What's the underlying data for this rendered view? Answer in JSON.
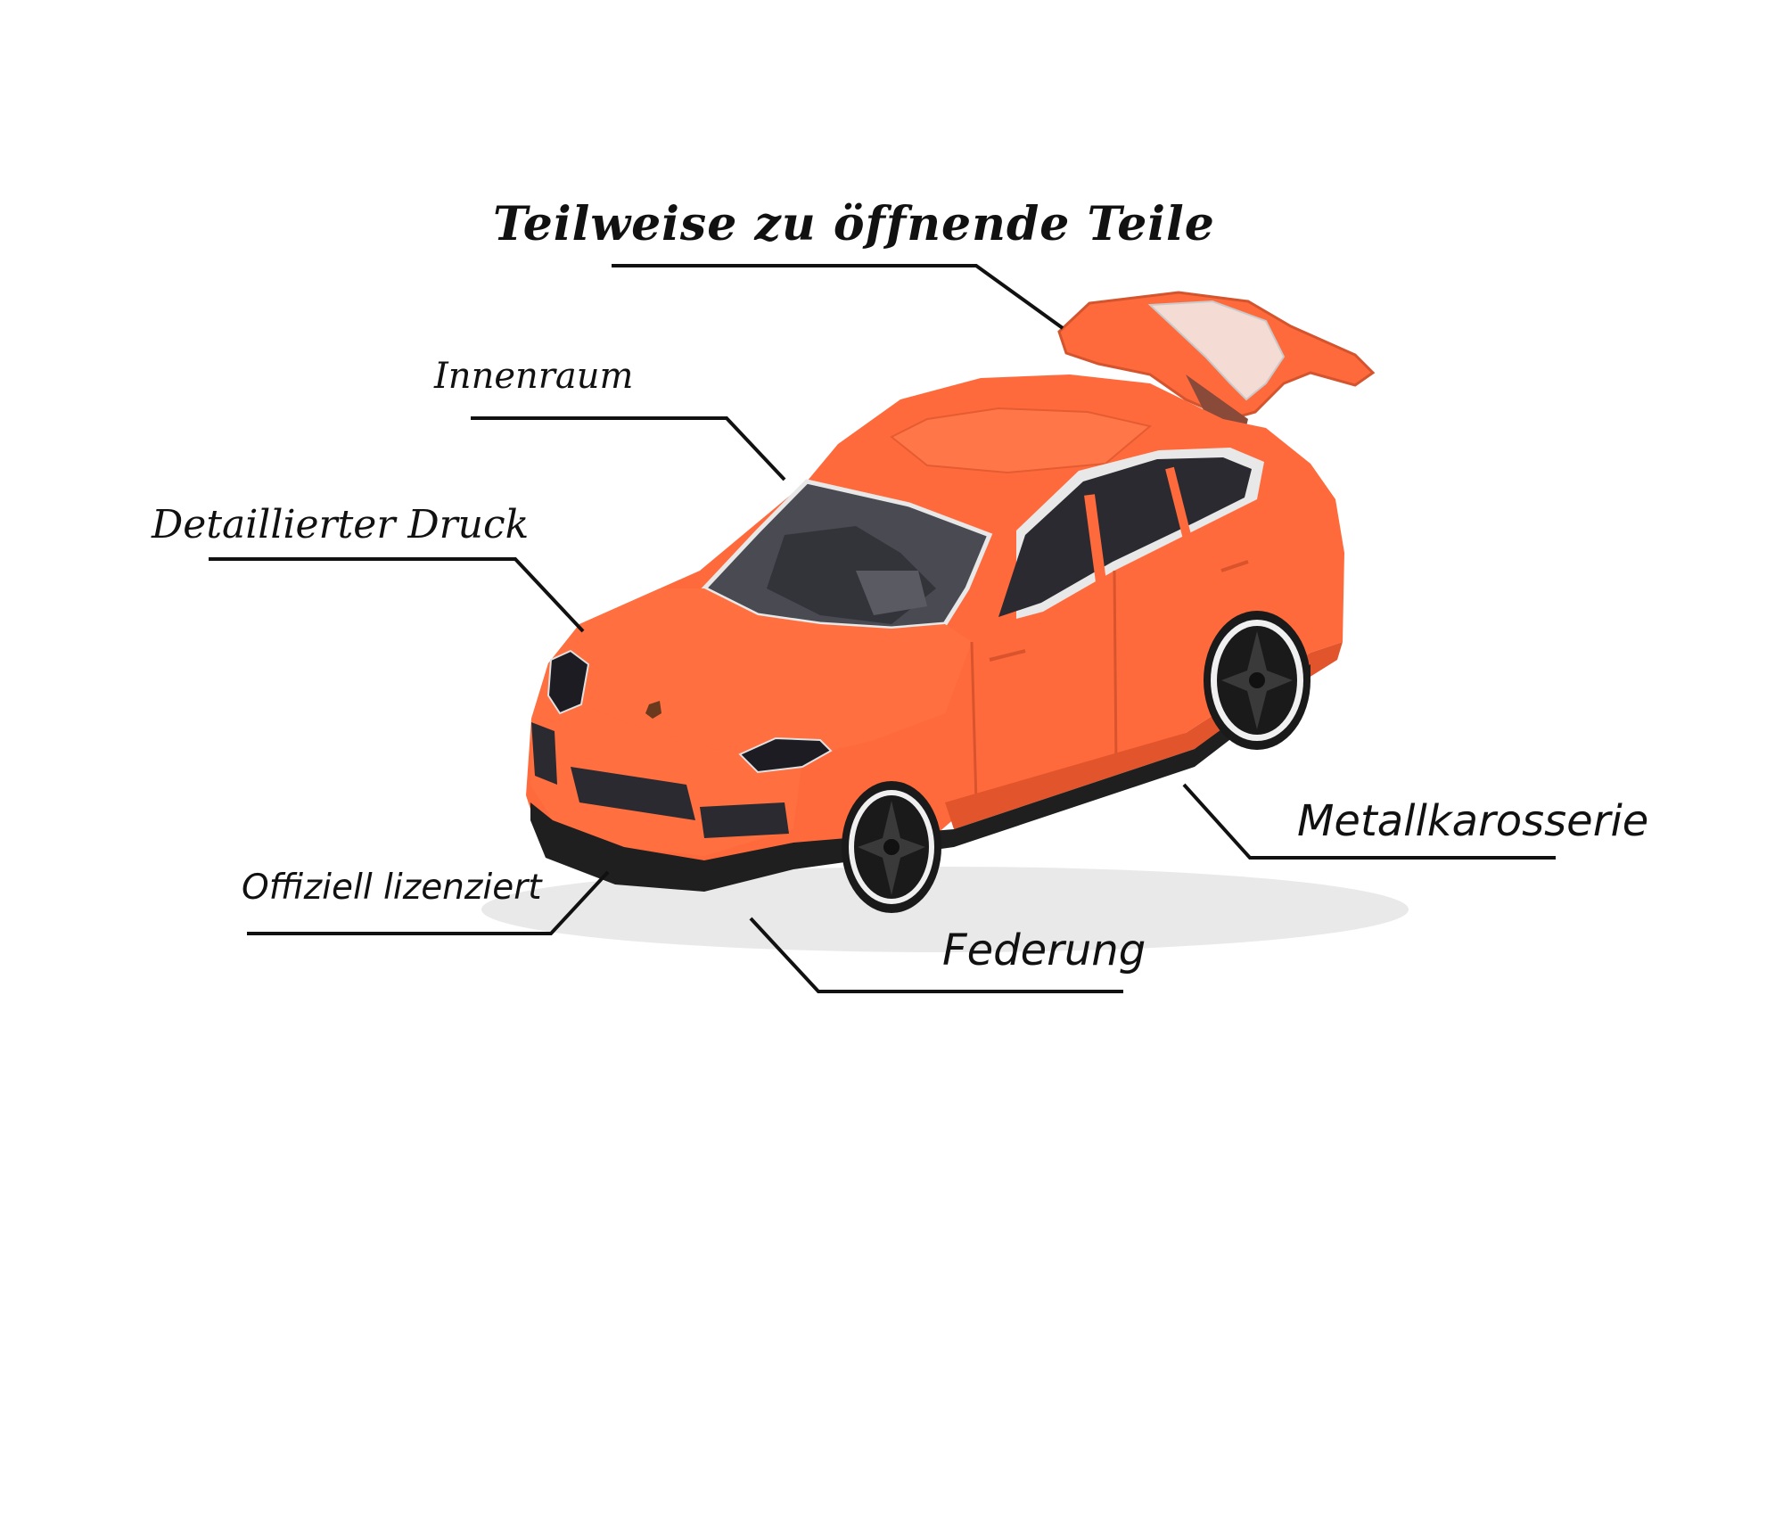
{
  "labels": {
    "opening_parts": "Teilweise zu öffnende Teile",
    "interior": "Innenraum",
    "detailed_print": "Detaillierter Druck",
    "officially_licensed": "Offiziell lizenziert",
    "suspension": "Federung",
    "metal_body": "Metallkarosserie"
  },
  "colors": {
    "car_body": "#ff6a3c",
    "car_shadow": "#e2552c",
    "tires": "#1a1a1a",
    "rims": "#222222",
    "leader_lines": "#111111",
    "background": "#ffffff"
  },
  "image": {
    "subject": "orange toy SUV model car",
    "icon": "car-icon"
  }
}
